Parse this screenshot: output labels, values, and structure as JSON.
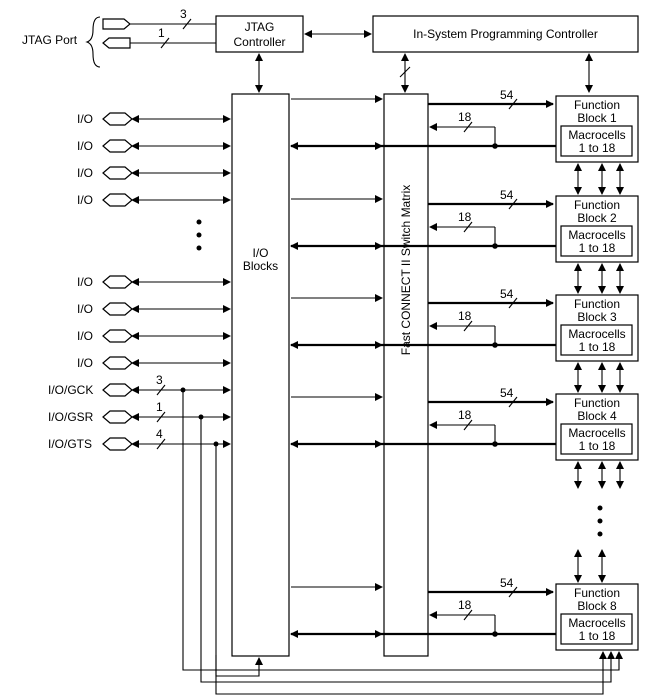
{
  "jtag_port": {
    "label": "JTAG Port",
    "in_width": "3",
    "out_width": "1"
  },
  "jtag_controller": {
    "line1": "JTAG",
    "line2": "Controller"
  },
  "isp_controller": {
    "label": "In-System Programming Controller"
  },
  "io_blocks": {
    "line1": "I/O",
    "line2": "Blocks"
  },
  "switch_matrix": {
    "label": "Fast CONNECT II Switch Matrix"
  },
  "io_pins": {
    "upper": [
      "I/O",
      "I/O",
      "I/O",
      "I/O"
    ],
    "lower": [
      "I/O",
      "I/O",
      "I/O",
      "I/O"
    ],
    "global": [
      {
        "label": "I/O/GCK",
        "width": "3"
      },
      {
        "label": "I/O/GSR",
        "width": "1"
      },
      {
        "label": "I/O/GTS",
        "width": "4"
      }
    ]
  },
  "bus_widths": {
    "to_fb": "54",
    "from_fb": "18"
  },
  "function_blocks": [
    {
      "title": "Function",
      "name": "Block 1",
      "mc1": "Macrocells",
      "mc2": "1 to 18"
    },
    {
      "title": "Function",
      "name": "Block 2",
      "mc1": "Macrocells",
      "mc2": "1 to 18"
    },
    {
      "title": "Function",
      "name": "Block 3",
      "mc1": "Macrocells",
      "mc2": "1 to 18"
    },
    {
      "title": "Function",
      "name": "Block 4",
      "mc1": "Macrocells",
      "mc2": "1 to 18"
    },
    {
      "title": "Function",
      "name": "Block 8",
      "mc1": "Macrocells",
      "mc2": "1 to 18"
    }
  ]
}
